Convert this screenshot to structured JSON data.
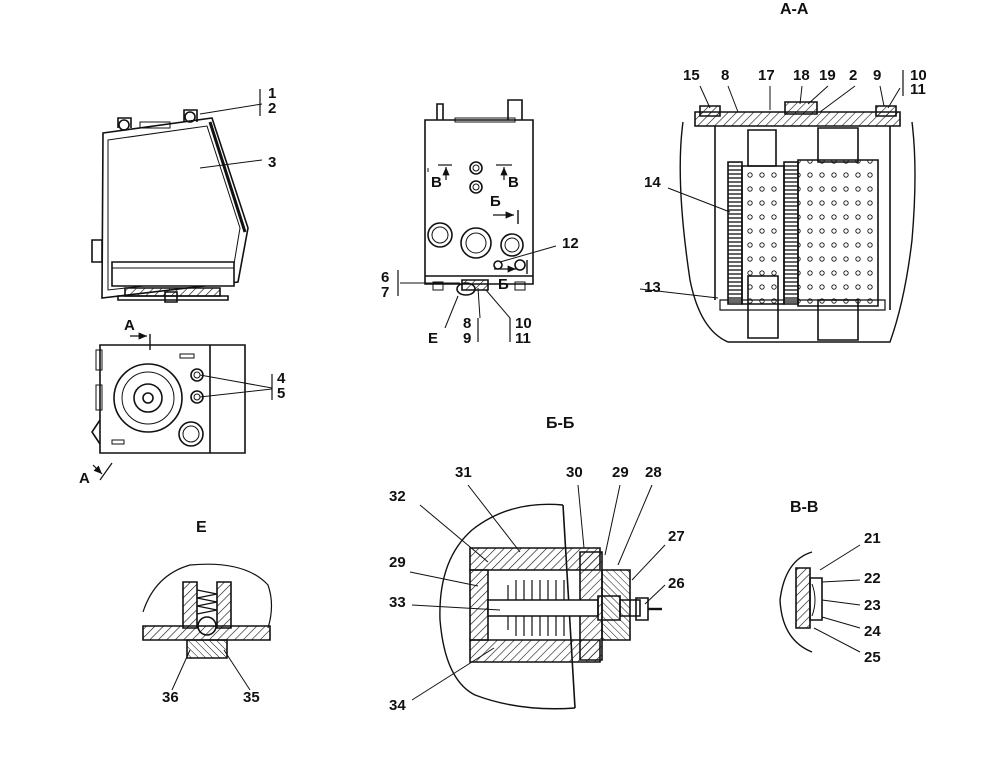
{
  "section_titles": {
    "aa": "А-А",
    "bb": "Б-Б",
    "vv": "В-В",
    "e": "Е"
  },
  "view_markers": {
    "a_top": "А",
    "a_bottom": "А",
    "b_left": "В",
    "b_right": "В",
    "b_arrow_top": "Б",
    "b_arrow_bottom": "Б",
    "e": "Е"
  },
  "callouts": {
    "p1": "1",
    "p2": "2",
    "p3": "3",
    "p4": "4",
    "p5": "5",
    "p6": "6",
    "p7": "7",
    "p8": "8",
    "p9": "9",
    "p10": "10",
    "p11": "11",
    "p12": "12",
    "aa_15": "15",
    "aa_8": "8",
    "aa_17": "17",
    "aa_18": "18",
    "aa_19": "19",
    "aa_2": "2",
    "aa_9": "9",
    "aa_10": "10",
    "aa_11": "11",
    "aa_14": "14",
    "aa_13": "13",
    "bb_31": "31",
    "bb_30": "30",
    "bb_29a": "29",
    "bb_28": "28",
    "bb_32": "32",
    "bb_29b": "29",
    "bb_27": "27",
    "bb_26": "26",
    "bb_33": "33",
    "bb_34": "34",
    "vv_21": "21",
    "vv_22": "22",
    "vv_23": "23",
    "vv_24": "24",
    "vv_25": "25",
    "e_36": "36",
    "e_35": "35"
  }
}
